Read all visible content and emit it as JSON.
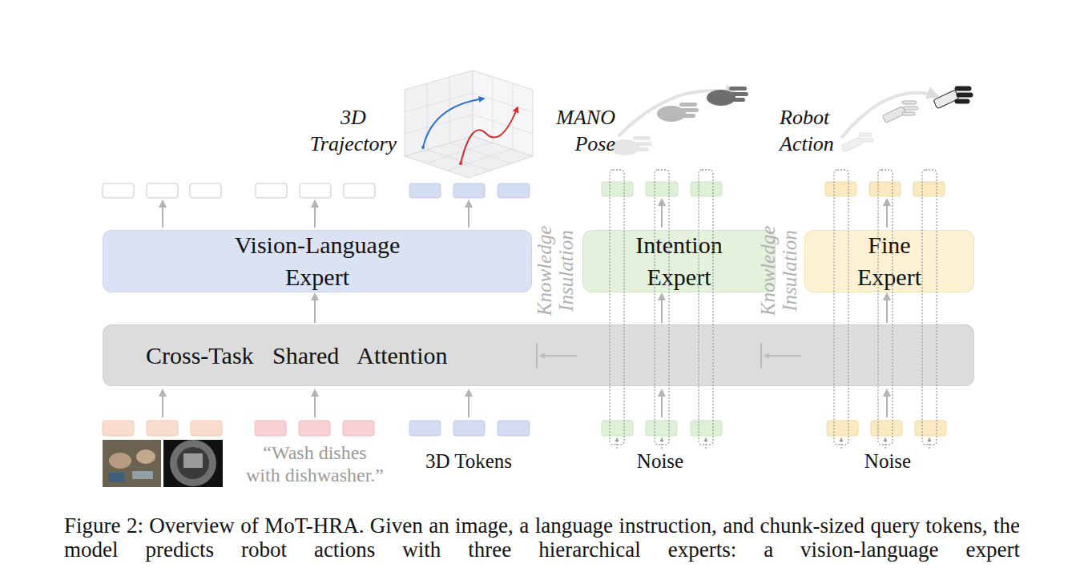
{
  "diagram": {
    "caption": "Figure 2: Overview of MoT-HRA. Given an image, a language instruction, and chunk-sized query tokens, the model predicts robot actions with three hierarchical experts: a vision-language expert",
    "nodes": [
      {
        "text": [
          "Vision-Language Expert"
        ]
      },
      {
        "text": [
          "Intention Expert"
        ]
      },
      {
        "text": [
          "Fine Expert"
        ]
      },
      {
        "text": [
          "Cross-Task Shared Attention"
        ]
      }
    ],
    "edges": [
      {
        "from": 3,
        "to": 0,
        "arrow": "to"
      },
      {
        "from": 3,
        "to": 1,
        "arrow": "to"
      },
      {
        "from": 3,
        "to": 2,
        "arrow": "to"
      }
    ],
    "labels": [
      "3D Trajectory",
      "MANO Pose",
      "Robot Action",
      "Knowledge Insulation",
      "Knowledge Insulation",
      "“Wash dishes with dishwasher.”",
      "3D Tokens",
      "Noise",
      "Noise"
    ]
  }
}
